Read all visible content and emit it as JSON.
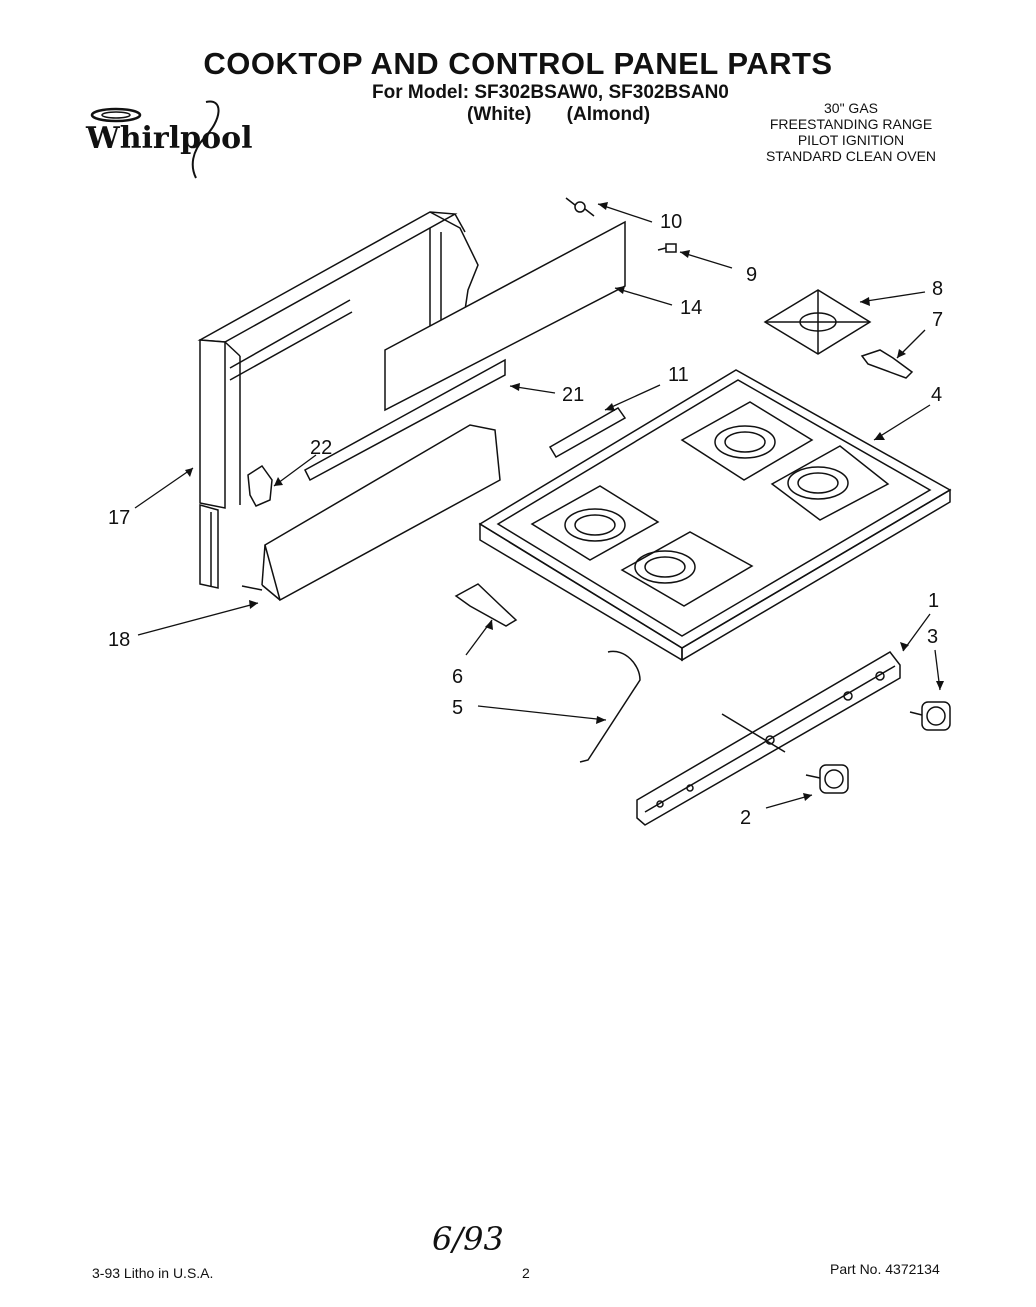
{
  "header": {
    "title": "COOKTOP AND CONTROL PANEL PARTS",
    "model_line": "For Model: SF302BSAW0, SF302BSAN0",
    "variants": [
      "(White)",
      "(Almond)"
    ]
  },
  "brand": {
    "logo_text": "Whirlpool"
  },
  "spec_lines": [
    "30\" GAS",
    "FREESTANDING RANGE",
    "PILOT IGNITION",
    "STANDARD CLEAN OVEN"
  ],
  "callouts": [
    "10",
    "9",
    "14",
    "8",
    "7",
    "21",
    "11",
    "4",
    "22",
    "17",
    "18",
    "1",
    "3",
    "6",
    "5",
    "2"
  ],
  "annotation": {
    "handwritten": "6/93"
  },
  "footer": {
    "left": "3-93  Litho in U.S.A.",
    "center": "2",
    "right": "Part No. 4372134"
  },
  "colors": {
    "ink": "#111111",
    "paper": "#ffffff"
  }
}
